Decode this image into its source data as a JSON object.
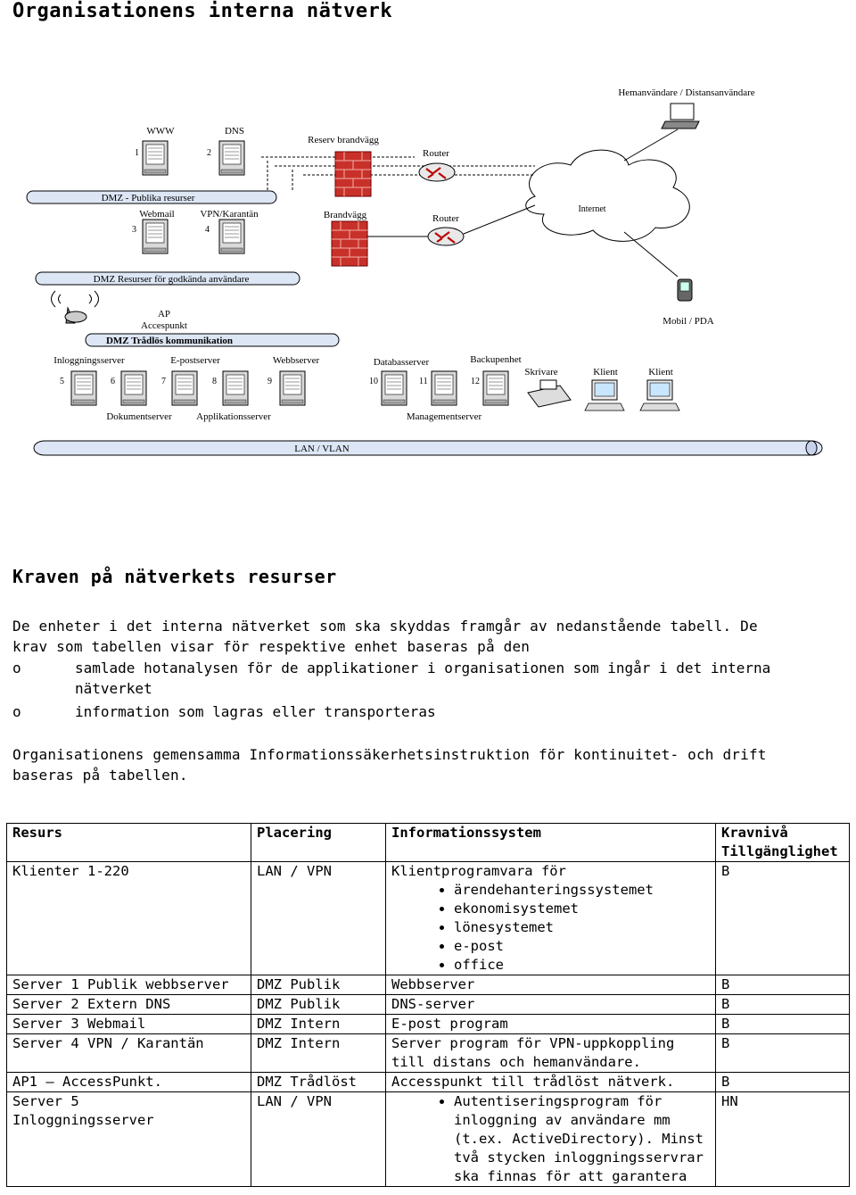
{
  "title": "Organisationens interna nätverk",
  "diagram": {
    "remote_users": "Hemanvändare / Distansanvändare",
    "www": "WWW",
    "dns": "DNS",
    "n1": "1",
    "n2": "2",
    "reserve_firewall": "Reserv brandvägg",
    "router_top": "Router",
    "dmz_public": "DMZ - Publika resurser",
    "webmail": "Webmail",
    "vpn": "VPN/Karantän",
    "n3": "3",
    "n4": "4",
    "firewall": "Brandvägg",
    "router": "Router",
    "internet": "Internet",
    "dmz_auth": "DMZ Resurser för godkända användare",
    "ap": "AP",
    "accesspoint": "Accespunkt",
    "mobile": "Mobil / PDA",
    "dmz_wireless": "DMZ Trådlös kommunikation",
    "login_server": "Inloggningsserver",
    "email_server": "E-postserver",
    "web_server": "Webbserver",
    "database_server": "Databasserver",
    "backup": "Backupenhet",
    "printer": "Skrivare",
    "client1": "Klient",
    "client2": "Klient",
    "n5": "5",
    "n6": "6",
    "n7": "7",
    "n8": "8",
    "n9": "9",
    "n10": "10",
    "n11": "11",
    "n12": "12",
    "document_server": "Dokumentserver",
    "application_server": "Applikationsserver",
    "management_server": "Managementserver",
    "lan": "LAN / VLAN"
  },
  "section_title": "Kraven på nätverkets resurser",
  "intro_line1": "De enheter i det interna nätverket som ska skyddas framgår av nedanstående tabell. De",
  "intro_line2": "krav som tabellen visar för respektive enhet baseras på den",
  "bullet_marker": "o",
  "bullet1_line1": "samlade hotanalysen för de applikationer i organisationen som ingår i det interna",
  "bullet1_line2": "nätverket",
  "bullet2": "information som lagras eller transporteras",
  "outro_line1": "Organisationens gemensamma Informationssäkerhetsinstruktion för kontinuitet- och drift",
  "outro_line2": "baseras på tabellen.",
  "table": {
    "headers": [
      "Resurs",
      "Placering",
      "Informationssystem",
      "Kravnivå",
      "Tillgänglighet"
    ],
    "r1": {
      "res": "Klienter 1-220",
      "place": "LAN / VPN",
      "sys": "Klientprogramvara för",
      "items": [
        "ärendehanteringssystemet",
        "ekonomisystemet",
        "lönesystemet",
        "e-post",
        "office"
      ],
      "level": "B"
    },
    "r2": {
      "res": "Server 1 Publik webbserver",
      "place": "DMZ Publik",
      "sys": "Webbserver",
      "level": "B"
    },
    "r3": {
      "res": "Server 2 Extern DNS",
      "place": "DMZ Publik",
      "sys": "DNS-server",
      "level": "B"
    },
    "r4": {
      "res": "Server 3 Webmail",
      "place": "DMZ Intern",
      "sys": "E-post program",
      "level": "B"
    },
    "r5": {
      "res": "Server 4 VPN / Karantän",
      "place": "DMZ Intern",
      "sys1": "Server program för VPN-uppkoppling",
      "sys2": "till distans och hemanvändare.",
      "level": "B"
    },
    "r6": {
      "res": "AP1 — AccessPunkt.",
      "place": "DMZ Trådlöst",
      "sys": "Accesspunkt till trådlöst nätverk.",
      "level": "B"
    },
    "r7": {
      "res1": "Server 5",
      "res2": "Inloggningsserver",
      "place": "LAN / VPN",
      "item": [
        "Autentiseringsprogram för",
        "inloggning av användare mm",
        "(t.ex. ActiveDirectory). Minst",
        "två stycken inloggningsservrar",
        "ska finnas för att garantera"
      ],
      "level": "HN"
    }
  }
}
